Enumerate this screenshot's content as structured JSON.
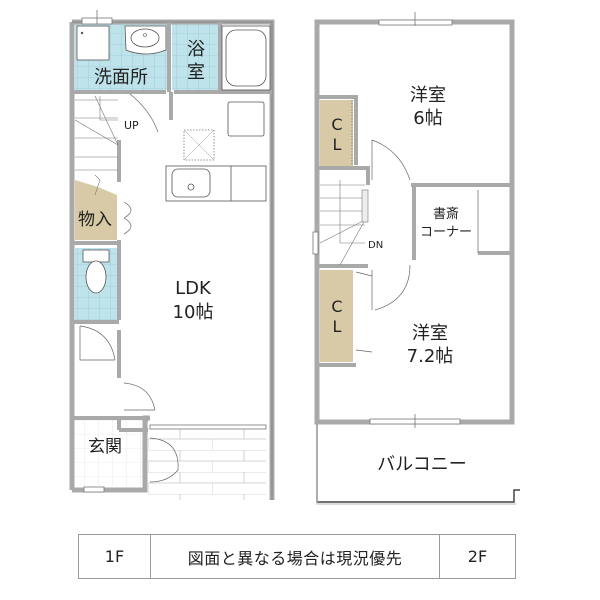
{
  "floor1": {
    "rooms": {
      "washroom": "洗面所",
      "bath_line1": "浴",
      "bath_line2": "室",
      "storage": "物入",
      "ldk_name": "LDK",
      "ldk_size": "10帖",
      "entrance": "玄関",
      "stairs_label": "UP"
    }
  },
  "floor2": {
    "rooms": {
      "western1_name": "洋室",
      "western1_size": "6帖",
      "closet1_line1": "C",
      "closet1_line2": "L",
      "study_line1": "書斎",
      "study_line2": "コーナー",
      "stairs_label": "DN",
      "closet2_line1": "C",
      "closet2_line2": "L",
      "western2_name": "洋室",
      "western2_size": "7.2帖",
      "balcony": "バルコニー"
    }
  },
  "legend": {
    "floor1_label": "1F",
    "note": "図面と異なる場合は現況優先",
    "floor2_label": "2F"
  },
  "colors": {
    "wall": "#a9a9a9",
    "tile": "#bfe3ea",
    "closet": "#d8caa6",
    "line": "#555555"
  }
}
